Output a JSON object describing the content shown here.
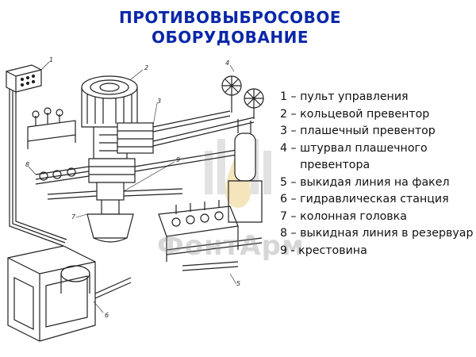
{
  "title": {
    "line1": "ПРОТИВОВЫБРОСОВОЕ",
    "line2": "ОБОРУДОВАНИЕ"
  },
  "legend": [
    {
      "num": "1 – ",
      "text": "пульт управления"
    },
    {
      "num": "2 – ",
      "text": "кольцевой превентор"
    },
    {
      "num": "3 – ",
      "text": "плашечный превентор"
    },
    {
      "num": "4 – ",
      "text": "штурвал плашечного превентора"
    },
    {
      "num": "5 – ",
      "text": "выкидая линия на факел"
    },
    {
      "num": "6 – ",
      "text": "гидравлическая станция"
    },
    {
      "num": "7 – ",
      "text": "колонная головка"
    },
    {
      "num": "8 – ",
      "text": "выкидная линия в резервуар"
    },
    {
      "num": "9 - ",
      "text": "крестовина"
    }
  ],
  "drawing_labels": [
    "1",
    "2",
    "3",
    "4",
    "5",
    "6",
    "7",
    "8",
    "9"
  ],
  "watermark": "ФонтАрм",
  "colors": {
    "title": "#0a27a8",
    "text": "#111111",
    "line": "#222222",
    "watermark": "#8c8c8c",
    "watermark_accent": "#e8c66a"
  }
}
